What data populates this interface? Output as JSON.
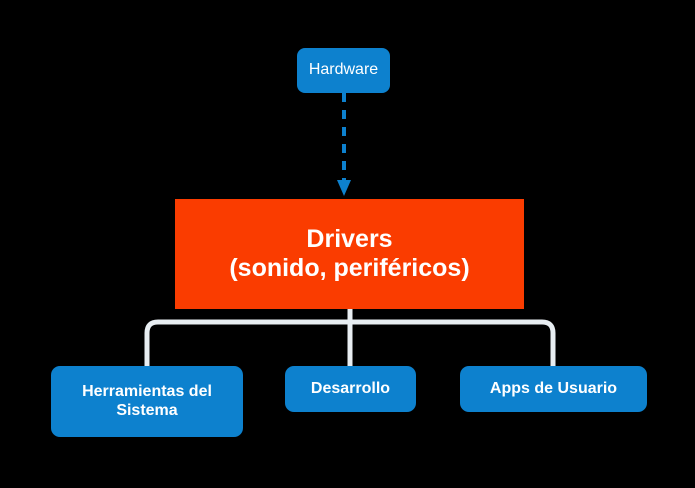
{
  "diagram": {
    "title": "Drivers hierarchy diagram",
    "background_color": "#000000",
    "nodes": {
      "hardware": {
        "label": "Hardware",
        "color": "#0D81CE",
        "text_color": "#FFFFFF",
        "shape": "rounded-rectangle"
      },
      "drivers": {
        "label_line1": "Drivers",
        "label_line2": "(sonido, periféricos)",
        "color": "#FA3C00",
        "text_color": "#FFFFFF",
        "shape": "rectangle"
      },
      "tools": {
        "label": "Herramientas del Sistema",
        "color": "#0D81CE",
        "text_color": "#FFFFFF",
        "shape": "rounded-rectangle"
      },
      "development": {
        "label": "Desarrollo",
        "color": "#0D81CE",
        "text_color": "#FFFFFF",
        "shape": "rounded-rectangle"
      },
      "user_apps": {
        "label": "Apps de Usuario",
        "color": "#0D81CE",
        "text_color": "#FFFFFF",
        "shape": "rounded-rectangle"
      }
    },
    "connectors": {
      "hardware_to_drivers": {
        "style": "dashed",
        "color": "#0D81CE",
        "arrowhead": "down"
      },
      "drivers_to_children": {
        "style": "solid",
        "color": "#E8EEF2",
        "arrowhead": "none"
      }
    }
  }
}
